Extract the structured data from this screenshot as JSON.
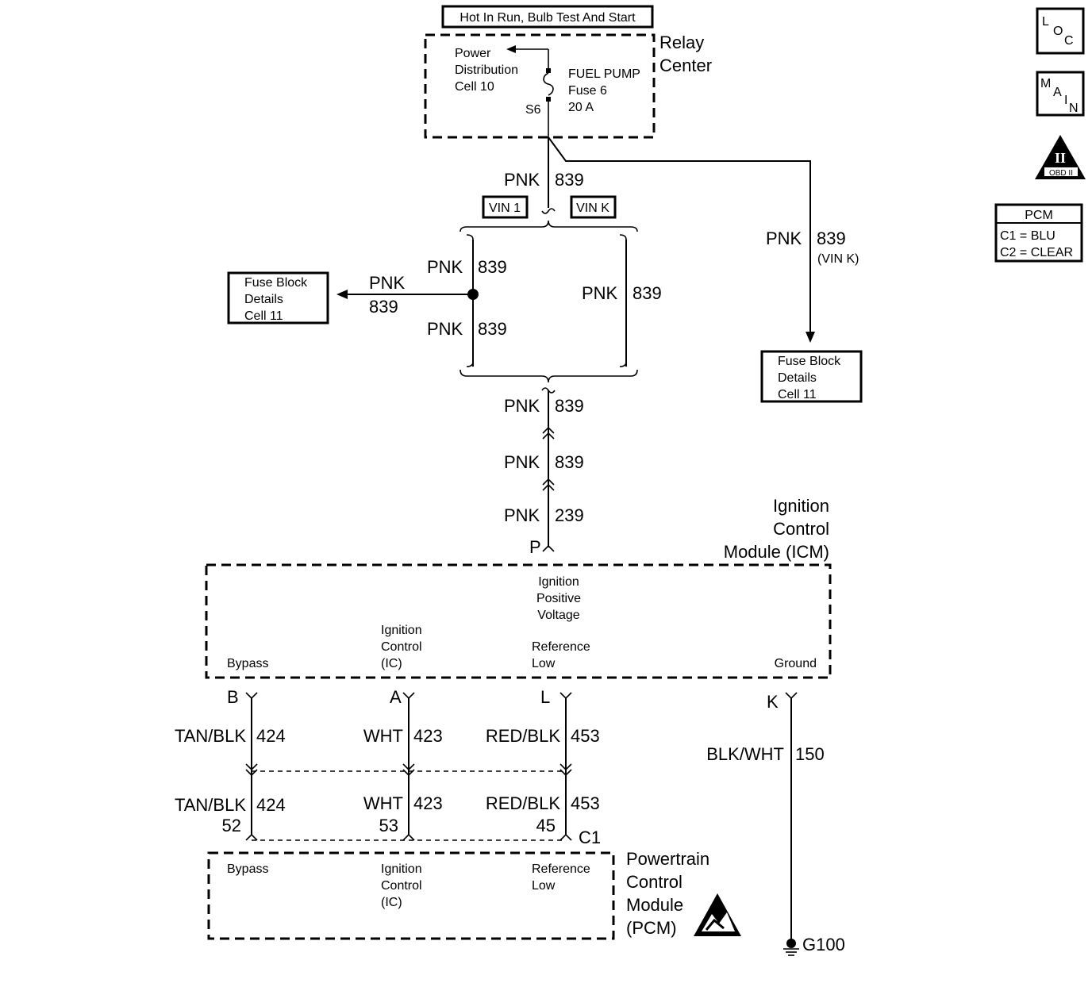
{
  "header": {
    "supply": "Hot In Run, Bulb Test And Start"
  },
  "relay_center": {
    "title_line1": "Relay",
    "title_line2": "Center",
    "power_dist": [
      "Power",
      "Distribution",
      "Cell 10"
    ],
    "fuse": [
      "FUEL PUMP",
      "Fuse 6",
      "20 A"
    ],
    "splice": "S6"
  },
  "wires": {
    "pnk": "PNK",
    "c839": "839",
    "c239": "239",
    "vin_k_note": "(VIN K)",
    "tan_blk": "TAN/BLK",
    "c424": "424",
    "wht": "WHT",
    "c423": "423",
    "red_blk": "RED/BLK",
    "c453": "453",
    "blk_wht": "BLK/WHT",
    "c150": "150"
  },
  "vin_tags": {
    "vin1": "VIN 1",
    "vink": "VIN K"
  },
  "fuse_block": [
    "Fuse Block",
    "Details",
    "Cell 11"
  ],
  "icm": {
    "title": [
      "Ignition",
      "Control",
      "Module (ICM)"
    ],
    "connector_p": "P",
    "ign_pos": [
      "Ignition",
      "Positive",
      "Voltage"
    ],
    "ign_ctrl": [
      "Ignition",
      "Control",
      "(IC)"
    ],
    "ref_low": [
      "Reference",
      "Low"
    ],
    "bypass": "Bypass",
    "ground": "Ground",
    "pins": {
      "b": "B",
      "a": "A",
      "l": "L",
      "k": "K"
    }
  },
  "pcm": {
    "title": [
      "Powertrain",
      "Control",
      "Module",
      "(PCM)"
    ],
    "bypass": "Bypass",
    "ign_ctrl": [
      "Ignition",
      "Control",
      "(IC)"
    ],
    "ref_low": [
      "Reference",
      "Low"
    ],
    "pins": {
      "p52": "52",
      "p53": "53",
      "p45": "45"
    },
    "connector": "C1"
  },
  "ground": {
    "label": "G100"
  },
  "side_icons": {
    "loc": [
      "L",
      "O",
      "C"
    ],
    "main": [
      "M",
      "A",
      "I",
      "N"
    ],
    "obd_numeral": "II",
    "obd": "OBD II"
  },
  "pcm_legend": {
    "title": "PCM",
    "c1": "C1 = BLU",
    "c2": "C2 = CLEAR"
  }
}
